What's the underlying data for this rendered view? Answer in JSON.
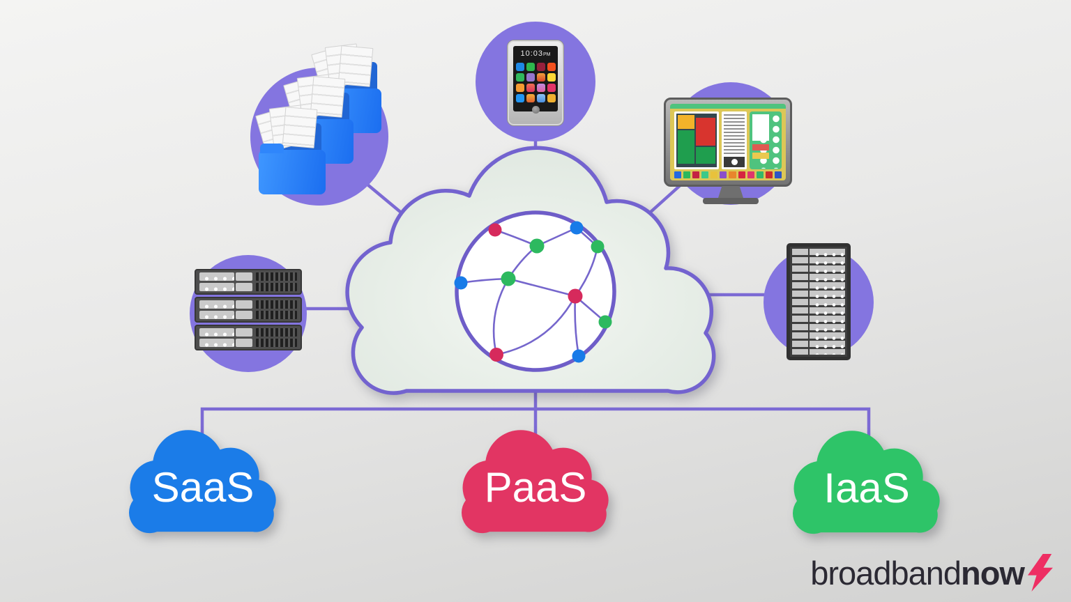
{
  "palette": {
    "line_purple": "#7c6ad4",
    "circle_purple": "#8475e0",
    "cloud_fill_light": "#f3f7f2",
    "cloud_fill_dark": "#dde6de",
    "cloud_stroke": "#7363cf",
    "node_red": "#d62a5c",
    "node_green": "#2db95f",
    "node_blue": "#187be8"
  },
  "devices": {
    "folders": {
      "name": "file-folders"
    },
    "phone": {
      "name": "smartphone",
      "time": "10:03",
      "meridiem": "PM"
    },
    "monitor": {
      "name": "desktop-monitor"
    },
    "servers": {
      "name": "server-stack"
    },
    "rack": {
      "name": "server-rack"
    }
  },
  "clouds": [
    {
      "label": "SaaS",
      "color": "#1b7ce8"
    },
    {
      "label": "PaaS",
      "color": "#e23563"
    },
    {
      "label": "IaaS",
      "color": "#2ec468"
    }
  ],
  "logo": {
    "regular": "broadband",
    "bold": "now",
    "bolt_color": "#ee2e63"
  }
}
